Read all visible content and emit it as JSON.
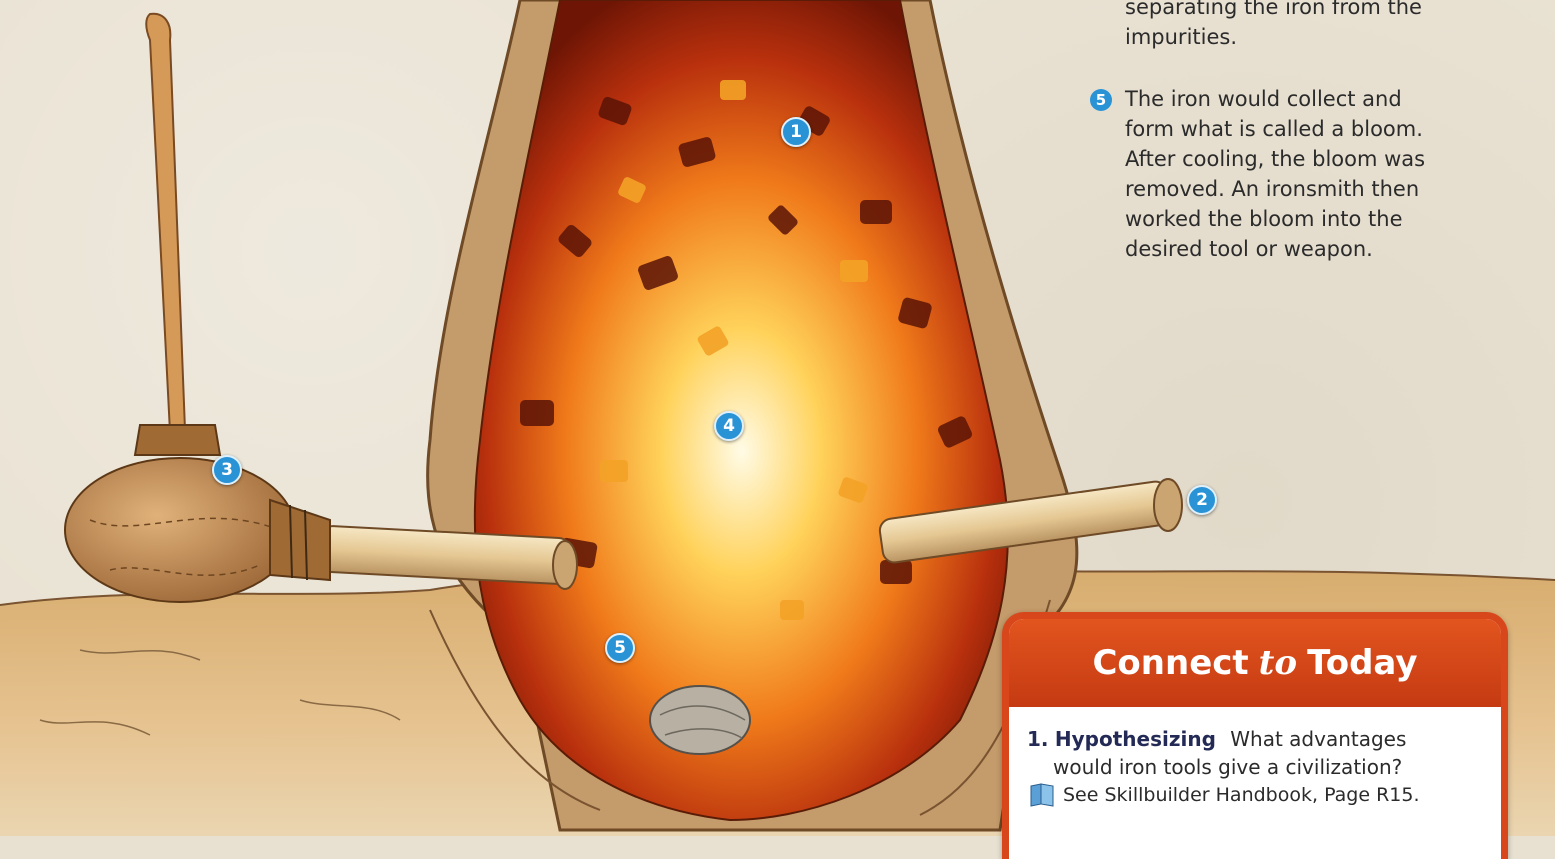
{
  "markers": {
    "m1": "1",
    "m2": "2",
    "m3": "3",
    "m4": "4",
    "m5": "5"
  },
  "step4_tail": {
    "line1": "separating the iron from the",
    "line2": "impurities."
  },
  "step5": {
    "number": "5",
    "lines": [
      "The iron would collect and",
      "form what is called a bloom.",
      "After cooling, the bloom was",
      "removed. An ironsmith then",
      "worked the bloom into the",
      "desired tool or weapon."
    ]
  },
  "connect": {
    "title_left": "Connect",
    "title_mid": "to",
    "title_right": "Today",
    "question_number": "1.",
    "question_label": "Hypothesizing",
    "question_text_1": "What advantages",
    "question_text_2": "would iron tools give a civilization?",
    "reference": "See Skillbuilder Handbook, Page R15."
  },
  "colors": {
    "marker_blue": "#2a93d6",
    "box_orange": "#d8461c",
    "heading_navy": "#232a55"
  },
  "icons": {
    "reference_icon": "book-icon"
  }
}
